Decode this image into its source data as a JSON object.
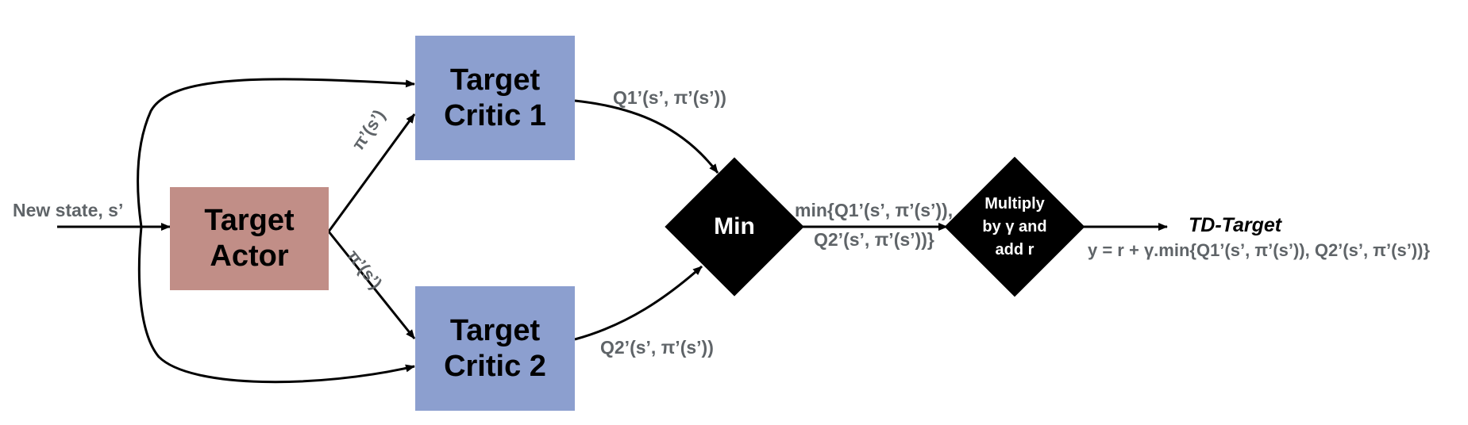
{
  "diagram": {
    "input_label": "New state, s’",
    "actor": {
      "line1": "Target",
      "line2": "Actor"
    },
    "critic1": {
      "line1": "Target",
      "line2": "Critic 1"
    },
    "critic2": {
      "line1": "Target",
      "line2": "Critic 2"
    },
    "policy_label_upper": "π’(s’)",
    "policy_label_lower": "π’(s’)",
    "q1_label": "Q1’(s’, π’(s’))",
    "q2_label": "Q2’(s’, π’(s’))",
    "min_node": "Min",
    "min_output_line1": "min{Q1’(s’, π’(s’)),",
    "min_output_line2": "Q2’(s’, π’(s’))}",
    "multiply_node": {
      "line1": "Multiply",
      "line2": "by γ and",
      "line3": "add r"
    },
    "td_target_title": "TD-Target",
    "td_target_formula": "y = r + γ.min{Q1’(s’, π’(s’)), Q2’(s’, π’(s’))}"
  },
  "colors": {
    "critic": "#8c9fcf",
    "actor": "#c18e87",
    "diamond": "#000000",
    "label_text": "#5f6468"
  }
}
